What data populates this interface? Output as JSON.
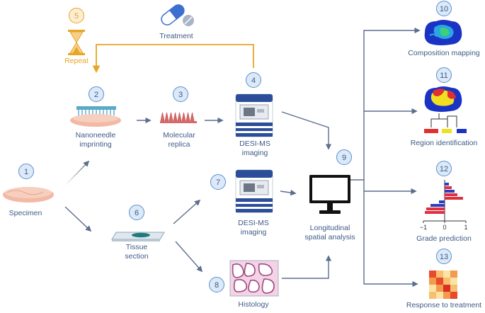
{
  "colors": {
    "label": "#3f5b86",
    "gold": "#e8a526",
    "circle_fill": "#dbe9f8",
    "circle_stroke": "#5b8ed1",
    "arrow": "#8a95a8"
  },
  "steps": [
    {
      "n": "1",
      "label": "Specimen"
    },
    {
      "n": "2",
      "label": [
        "Nanoneedle",
        "imprinting"
      ]
    },
    {
      "n": "3",
      "label": [
        "Molecular",
        "replica"
      ]
    },
    {
      "n": "4",
      "label": [
        "DESI-MS",
        "imaging"
      ]
    },
    {
      "n": "5",
      "label": "Repeat"
    },
    {
      "n": "6",
      "label": [
        "Tissue",
        "section"
      ]
    },
    {
      "n": "7",
      "label": [
        "DESI-MS",
        "imaging"
      ]
    },
    {
      "n": "8",
      "label": "Histology"
    },
    {
      "n": "9",
      "label": [
        "Longitudinal",
        "spatial analysis"
      ]
    },
    {
      "n": "10",
      "label": "Composition mapping"
    },
    {
      "n": "11",
      "label": "Region identification"
    },
    {
      "n": "12",
      "label": "Grade prediction"
    },
    {
      "n": "13",
      "label": "Response to treatment"
    }
  ],
  "treatment_label": "Treatment",
  "grade_axis": {
    "ticks": [
      "−1",
      "0",
      "1"
    ]
  }
}
